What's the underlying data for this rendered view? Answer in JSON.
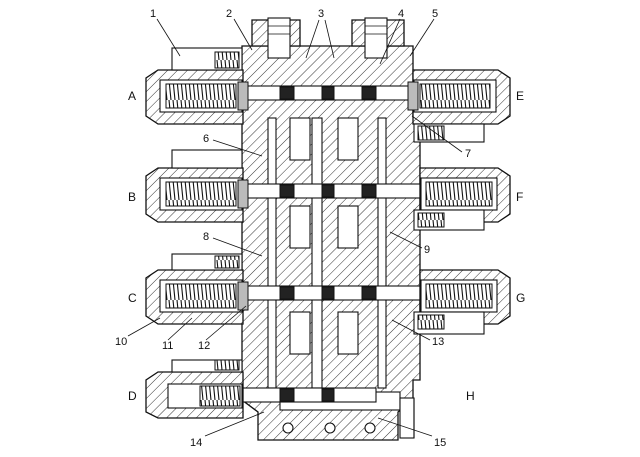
{
  "sections": {
    "left": [
      "A",
      "B",
      "C",
      "D"
    ],
    "right": [
      "E",
      "F",
      "G",
      "H"
    ]
  },
  "callouts": [
    "1",
    "2",
    "3",
    "4",
    "5",
    "6",
    "7",
    "8",
    "9",
    "10",
    "11",
    "12",
    "13",
    "14",
    "15"
  ],
  "colors": {
    "ink": "#111111",
    "hatch": "#333333",
    "background": "#ffffff"
  }
}
